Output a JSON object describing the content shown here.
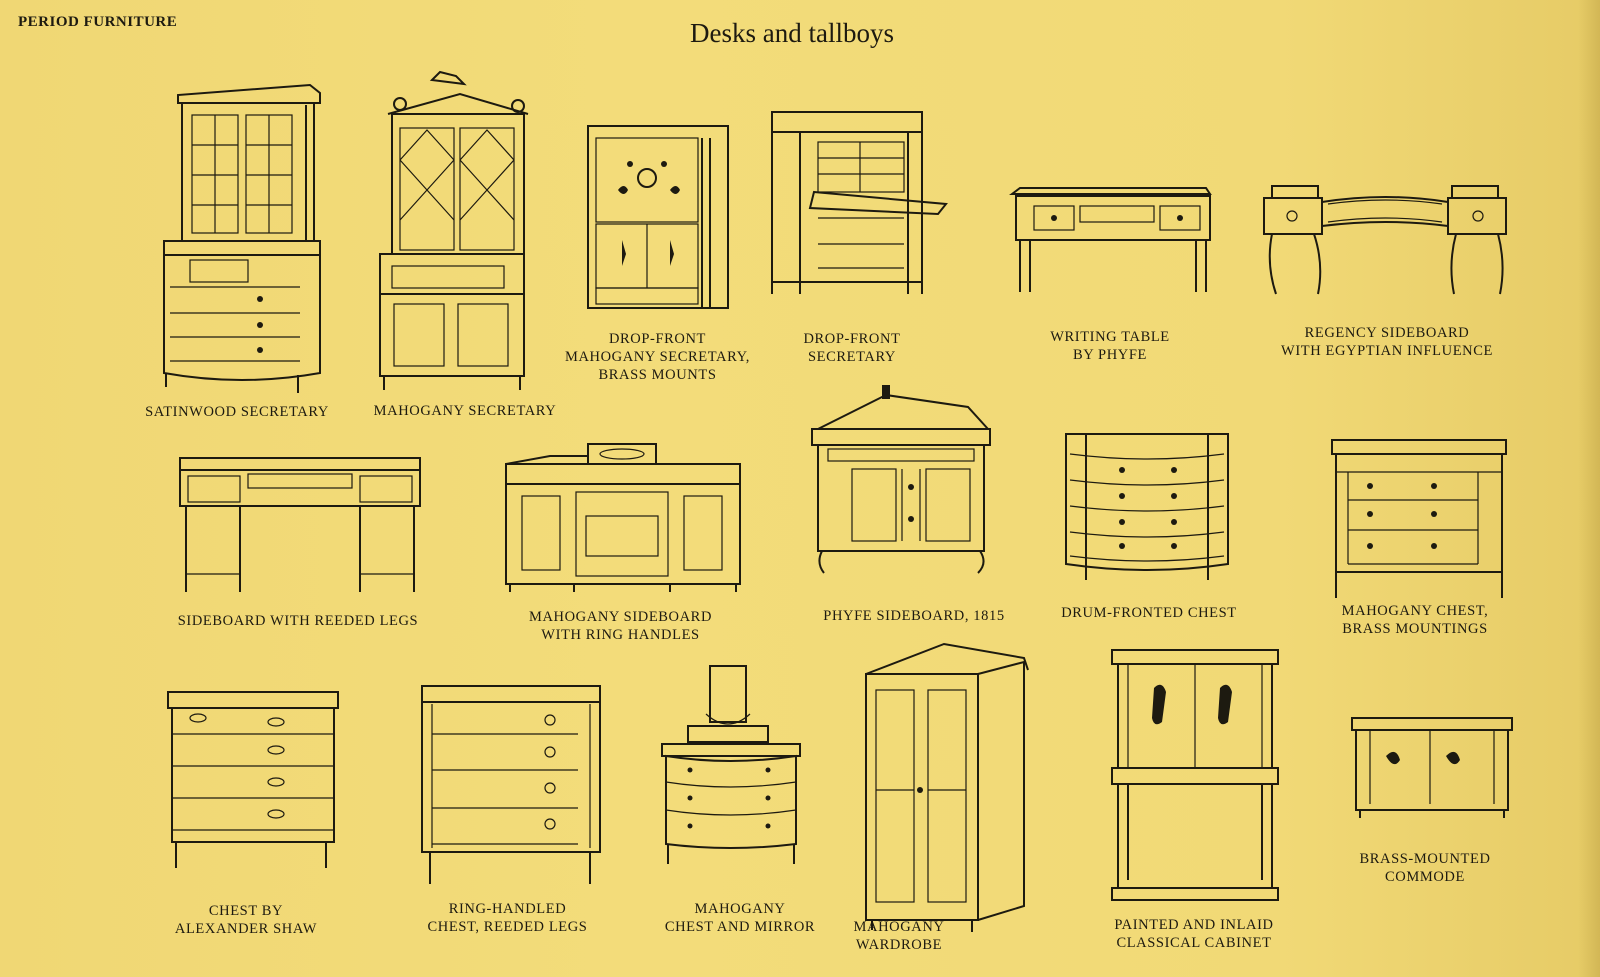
{
  "header": {
    "section_label": "PERIOD FURNITURE",
    "title": "Desks and tallboys"
  },
  "items": [
    {
      "caption": [
        "SATINWOOD SECRETARY"
      ],
      "icon": "satinwood-secretary-illustration"
    },
    {
      "caption": [
        "MAHOGANY SECRETARY"
      ],
      "icon": "mahogany-secretary-illustration"
    },
    {
      "caption": [
        "DROP-FRONT",
        "MAHOGANY SECRETARY,",
        "BRASS MOUNTS"
      ],
      "icon": "drop-front-mahogany-secretary-illustration"
    },
    {
      "caption": [
        "DROP-FRONT",
        "SECRETARY"
      ],
      "icon": "drop-front-secretary-illustration"
    },
    {
      "caption": [
        "WRITING TABLE",
        "BY PHYFE"
      ],
      "icon": "writing-table-illustration"
    },
    {
      "caption": [
        "REGENCY SIDEBOARD",
        "WITH EGYPTIAN INFLUENCE"
      ],
      "icon": "regency-sideboard-illustration"
    },
    {
      "caption": [
        "SIDEBOARD WITH REEDED LEGS"
      ],
      "icon": "reeded-sideboard-illustration"
    },
    {
      "caption": [
        "MAHOGANY SIDEBOARD",
        "WITH RING HANDLES"
      ],
      "icon": "mahogany-sideboard-illustration"
    },
    {
      "caption": [
        "PHYFE SIDEBOARD, 1815"
      ],
      "icon": "phyfe-sideboard-illustration"
    },
    {
      "caption": [
        "DRUM-FRONTED CHEST"
      ],
      "icon": "drum-fronted-chest-illustration"
    },
    {
      "caption": [
        "MAHOGANY CHEST,",
        "BRASS MOUNTINGS"
      ],
      "icon": "mahogany-chest-illustration"
    },
    {
      "caption": [
        "CHEST BY",
        "ALEXANDER SHAW"
      ],
      "icon": "shaw-chest-illustration"
    },
    {
      "caption": [
        "RING-HANDLED",
        "CHEST, REEDED LEGS"
      ],
      "icon": "ring-handled-chest-illustration"
    },
    {
      "caption": [
        "MAHOGANY",
        "CHEST AND MIRROR"
      ],
      "icon": "chest-and-mirror-illustration"
    },
    {
      "caption": [
        "MAHOGANY",
        "WARDROBE"
      ],
      "icon": "wardrobe-illustration"
    },
    {
      "caption": [
        "PAINTED AND INLAID",
        "CLASSICAL CABINET"
      ],
      "icon": "classical-cabinet-illustration"
    },
    {
      "caption": [
        "BRASS-MOUNTED",
        "COMMODE"
      ],
      "icon": "commode-illustration"
    }
  ]
}
